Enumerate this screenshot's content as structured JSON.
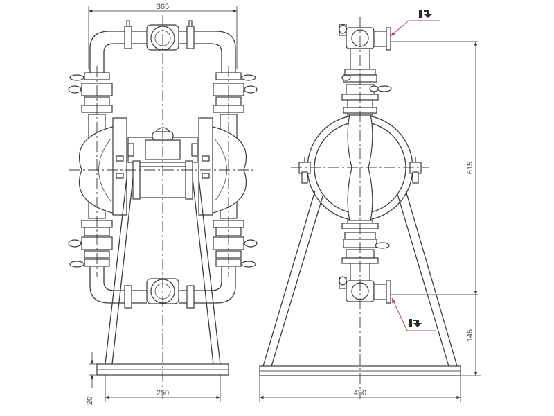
{
  "dimensions": {
    "top_width": "365",
    "height_total": "615",
    "height_outlet": "145",
    "base_front": "250",
    "base_side": "450",
    "base_offset": "20"
  },
  "colors": {
    "line": "#3a3a3a",
    "leader": "#d23b3b"
  },
  "symbols": {
    "outlet": "flow-outlet-icon",
    "inlet": "flow-inlet-icon"
  }
}
